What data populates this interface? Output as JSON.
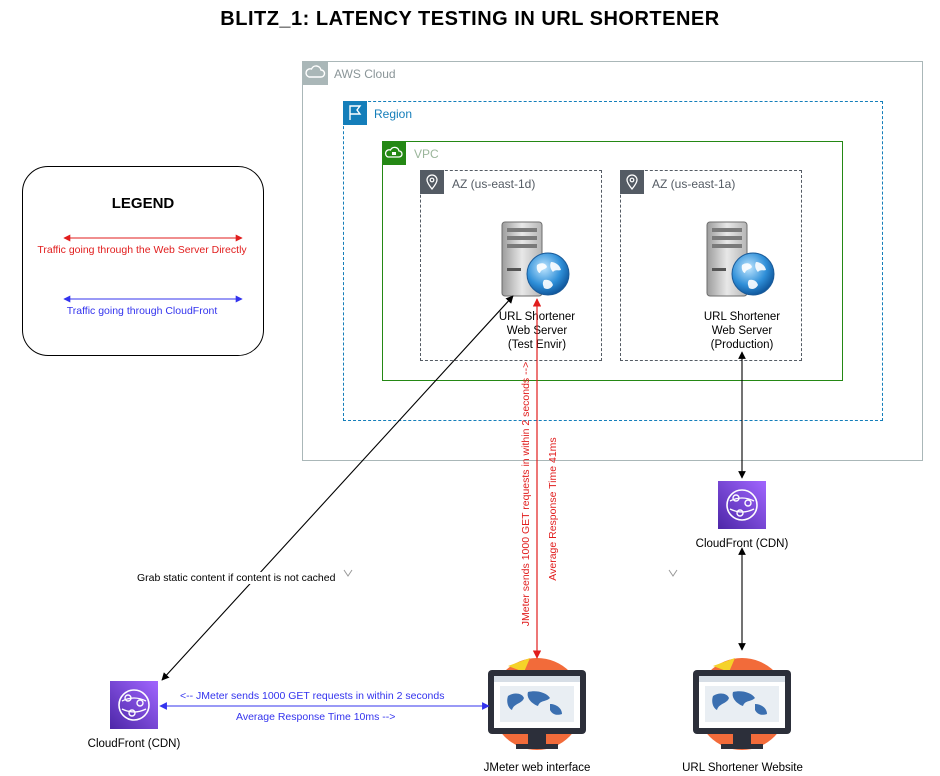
{
  "title": "BLITZ_1:  LATENCY TESTING IN URL SHORTENER",
  "legend": {
    "title": "LEGEND",
    "red_label": "Traffic going through the Web Server Directly",
    "blue_label": "Traffic going through CloudFront"
  },
  "groups": {
    "aws_cloud": "AWS Cloud",
    "region": "Region",
    "vpc": "VPC",
    "az1": "AZ (us-east-1d)",
    "az2": "AZ (us-east-1a)"
  },
  "servers": {
    "test": [
      "URL Shortener",
      "Web Server",
      "(Test Envir)"
    ],
    "prod": [
      "URL Shortener",
      "Web Server",
      "(Production)"
    ]
  },
  "nodes": {
    "cdn_right": "CloudFront (CDN)",
    "cdn_left": "CloudFront (CDN)",
    "jmeter": "JMeter web interface",
    "website": "URL Shortener Website"
  },
  "edges": {
    "grab_static": "Grab static content if content is not cached",
    "vertical_red": "JMeter sends 1000 GET requests in within 2 seconds -->",
    "vertical_avg": "Average Response Time 41ms",
    "bottom_blue_1": "<-- JMeter sends 1000 GET requests in within 2 seconds",
    "bottom_blue_2": "Average Response Time 10ms  -->"
  },
  "colors": {
    "aws_grey": "#aab7b8",
    "region_blue": "#147eba",
    "vpc_green": "#248814",
    "az_grey": "#545b64",
    "red": "#e11d1d",
    "blue": "#3333ee",
    "cdn_purple": "#7b3ed9"
  }
}
